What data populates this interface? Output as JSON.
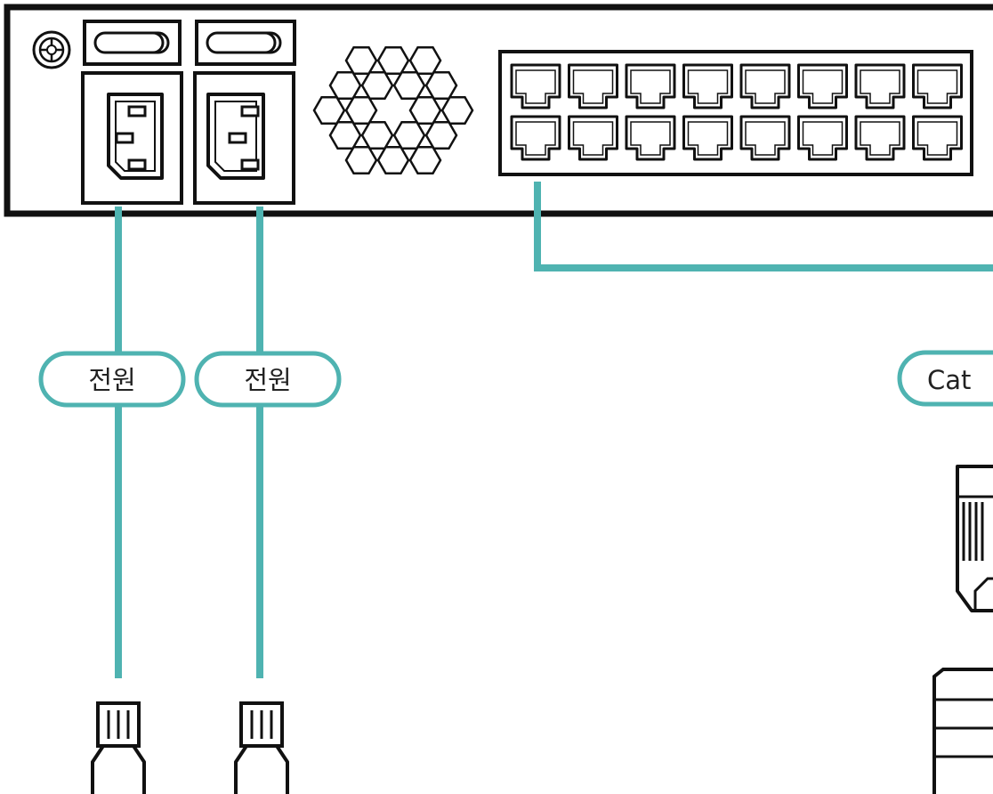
{
  "colors": {
    "cable": "#4fb3b1",
    "outline": "#111111",
    "background": "#ffffff",
    "label_text": "#222222"
  },
  "device": {
    "ground_icon": "ground-screw-icon",
    "fan_icon": "hex-fan-grille-icon",
    "power_supplies": [
      {
        "switch_icon": "toggle-switch-icon",
        "socket_icon": "iec-c14-socket-icon"
      },
      {
        "switch_icon": "toggle-switch-icon",
        "socket_icon": "iec-c14-socket-icon"
      }
    ],
    "rj45_rows": 2,
    "rj45_per_row": 8
  },
  "cables": [
    {
      "label": "전원",
      "plug_icon": "power-plug-icon"
    },
    {
      "label": "전원",
      "plug_icon": "power-plug-icon"
    },
    {
      "label": "Cat",
      "plug_icon": "rj45-plug-icon"
    }
  ]
}
